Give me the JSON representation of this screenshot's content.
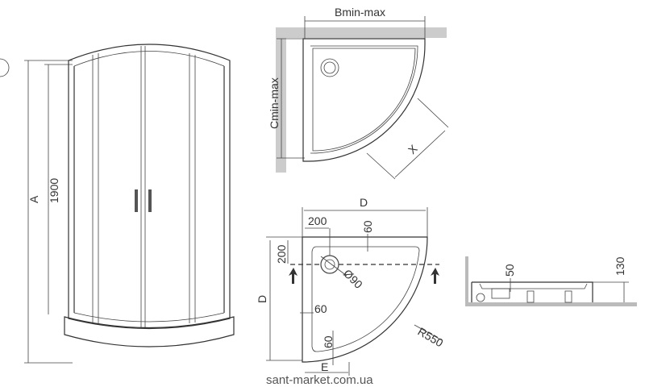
{
  "front_view": {
    "label_a": "A",
    "label_height": "1900"
  },
  "plan_view": {
    "label_b": "Bmin-max",
    "label_c": "Cmin-max",
    "label_x": "X"
  },
  "tray_view": {
    "label_d_top": "D",
    "label_d_left": "D",
    "dim_200_h": "200",
    "dim_200_v": "200",
    "dim_60_top": "60",
    "dim_60_left": "60",
    "dim_60_bottom": "60",
    "drain": "Ø90",
    "radius": "R550",
    "label_e": "E"
  },
  "section_view": {
    "dim_50": "50",
    "dim_130": "130"
  },
  "watermark": "sant-market.com.ua"
}
